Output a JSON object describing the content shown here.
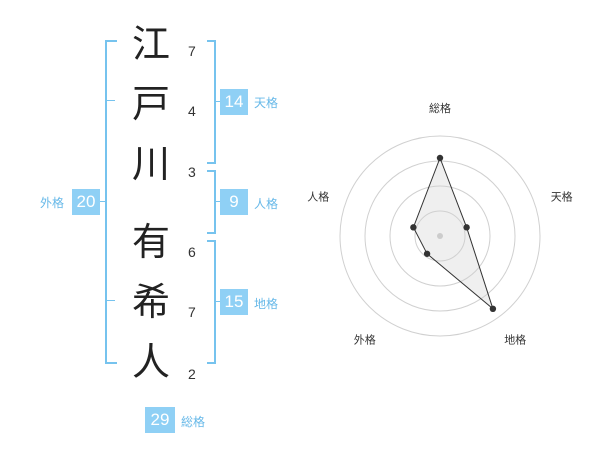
{
  "name_chars": [
    {
      "char": "江",
      "strokes": "7"
    },
    {
      "char": "戸",
      "strokes": "4"
    },
    {
      "char": "川",
      "strokes": "3"
    },
    {
      "char": "有",
      "strokes": "6"
    },
    {
      "char": "希",
      "strokes": "7"
    },
    {
      "char": "人",
      "strokes": "2"
    }
  ],
  "kaku": {
    "tenkaku": {
      "value": "14",
      "label": "天格"
    },
    "jinkaku": {
      "value": "9",
      "label": "人格"
    },
    "chikaku": {
      "value": "15",
      "label": "地格"
    },
    "gaikaku": {
      "value": "20",
      "label": "外格"
    },
    "soukaku": {
      "value": "29",
      "label": "総格"
    }
  },
  "colors": {
    "accent": "#8fd0f5",
    "bracket": "#76c3ee",
    "label": "#66b8e8"
  },
  "chart_data": {
    "type": "radar",
    "axes": [
      "総格",
      "天格",
      "地格",
      "外格",
      "人格"
    ],
    "values": [
      0.78,
      0.28,
      0.9,
      0.22,
      0.28
    ],
    "range": [
      0,
      1
    ],
    "rings": 4
  }
}
